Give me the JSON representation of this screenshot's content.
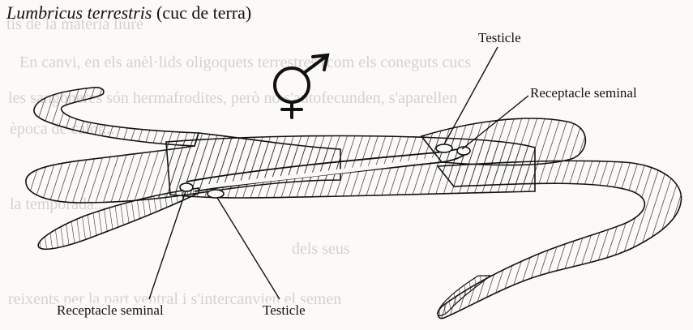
{
  "title": {
    "species": "Lumbricus terrestris",
    "common_name": "(cuc de terra)"
  },
  "symbol": {
    "glyph": "⚥",
    "name": "hermaphrodite-symbol"
  },
  "labels": {
    "testicle_top": "Testicle",
    "receptacle_seminal_top": "Receptacle seminal",
    "receptacle_seminal_bottom": "Receptacle seminal",
    "testicle_bottom": "Testicle"
  },
  "background_text": [
    "tis de la materia liure",
    "En canvi, en els anèl·lids oligoquets terrestres (com els coneguts cucs",
    "les sangoneres són hermafrodites, però no s'autofecunden, s'aparellen",
    "època de calor...",
    "la temporada...",
    "dels seus",
    "reixents per la part ventral i s'intercanvien el semen"
  ],
  "colors": {
    "ink": "#111111",
    "paper": "#fbfaf6",
    "faint_text": "#8a8a8a"
  }
}
